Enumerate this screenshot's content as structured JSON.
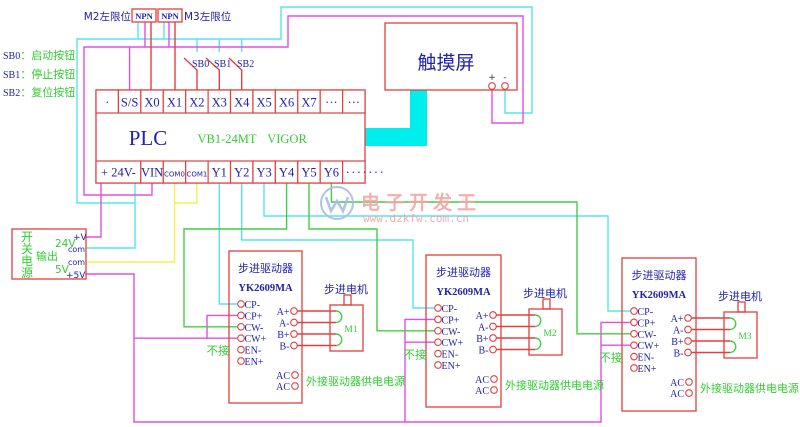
{
  "colors": {
    "red": "#e04040",
    "blue": "#2222aa",
    "green": "#33cc33",
    "cyan": "#55e5ee",
    "magenta": "#e050e0",
    "yellow": "#f2f250",
    "green_wire": "#44cc44",
    "bus": "#00eeee",
    "watermark": "#f2a6a6",
    "watermark_logo": "#a9bde2"
  },
  "legend": [
    {
      "id": "SB0",
      "sep": "：",
      "desc": "启动按钮"
    },
    {
      "id": "SB1",
      "sep": "：",
      "desc": "停止按钮"
    },
    {
      "id": "SB2",
      "sep": "：",
      "desc": "复位按钮"
    }
  ],
  "sensors": [
    {
      "label": "M2左限位",
      "type": "NPN"
    },
    {
      "label": "M3左限位",
      "type": "NPN"
    }
  ],
  "buttons": [
    "SB0",
    "SB1",
    "SB2"
  ],
  "touchscreen": {
    "label": "触摸屏",
    "plus": "+",
    "minus": "-"
  },
  "plc": {
    "name": "PLC",
    "model": "VB1-24MT",
    "brand": "VIGOR",
    "top_terminals": [
      "·",
      "S/S",
      "X0",
      "X1",
      "X2",
      "X3",
      "X4",
      "X5",
      "X6",
      "X7",
      "···",
      "···"
    ],
    "bottom_terminals": [
      "+ 24V-",
      "VIN",
      "COM0",
      "COM1",
      "Y1",
      "Y2",
      "Y3",
      "Y4",
      "Y5",
      "Y6",
      "·······"
    ]
  },
  "power_supply": {
    "title_chars": [
      "开",
      "关",
      "电",
      "源"
    ],
    "output_label": "输出",
    "v24_label": "24V",
    "v5_label": "5V",
    "terminals": [
      "+V",
      "com",
      "com",
      "+5V"
    ]
  },
  "drivers": [
    {
      "title": "步进驱动器",
      "model": "YK2609MA",
      "left_terminals": [
        "CP-",
        "CP+",
        "CW-",
        "CW+",
        "EN-",
        "EN+"
      ],
      "right_terminals": [
        "A+",
        "A-",
        "B+",
        "B-"
      ],
      "ac_terminals": [
        "AC",
        "AC"
      ],
      "en_note": "不接",
      "power_note": "外接驱动器供电电源",
      "motor": {
        "caption": "步进电机",
        "id": "M1"
      }
    },
    {
      "title": "步进驱动器",
      "model": "YK2609MA",
      "left_terminals": [
        "CP-",
        "CP+",
        "CW-",
        "CW+",
        "EN-",
        "EN+"
      ],
      "right_terminals": [
        "A+",
        "A-",
        "B+",
        "B-"
      ],
      "ac_terminals": [
        "AC",
        "AC"
      ],
      "en_note": "不接",
      "power_note": "外接驱动器供电电源",
      "motor": {
        "caption": "步进电机",
        "id": "M2"
      }
    },
    {
      "title": "步进驱动器",
      "model": "YK2609MA",
      "left_terminals": [
        "CP-",
        "CP+",
        "CW-",
        "CW+",
        "EN-",
        "EN+"
      ],
      "right_terminals": [
        "A+",
        "A-",
        "B+",
        "B-"
      ],
      "ac_terminals": [
        "AC",
        "AC"
      ],
      "en_note": "不接",
      "power_note": "外接驱动器供电电源",
      "motor": {
        "caption": "步进电机",
        "id": "M3"
      }
    }
  ],
  "watermark": {
    "text": "电子开发王",
    "url": "www.dzkfw.com.cn"
  }
}
